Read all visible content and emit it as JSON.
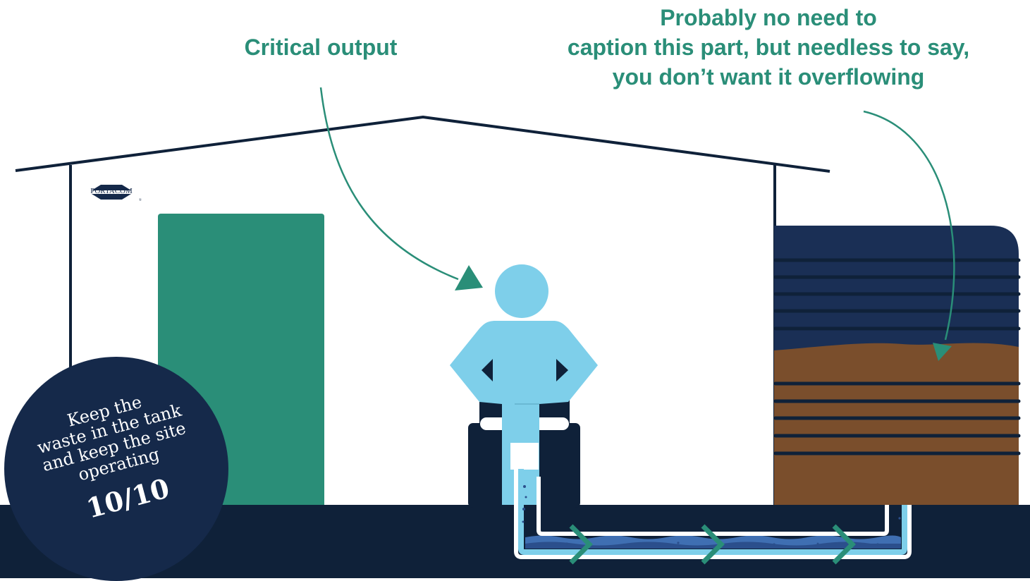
{
  "captions": {
    "critical": "Critical output",
    "tank_lines": [
      "Probably no need to",
      "caption this part, but needless to say,",
      "you don’t want it overflowing"
    ]
  },
  "logo": {
    "text": "PORTACOM",
    "mark": "®"
  },
  "badge": {
    "lines": [
      "Keep the",
      "waste in the tank",
      "and keep the site",
      "operating"
    ],
    "score": "10/10"
  },
  "colors": {
    "accent_green": "#2a8e78",
    "navy": "#0f2139",
    "tank_navy": "#1a2f55",
    "badge_navy": "#15294a",
    "person_blue": "#7ecfea",
    "waste_brown": "#7a4e2c"
  },
  "icons": [
    "arrow-icon",
    "chevron-right-icon",
    "person-icon",
    "toilet-icon",
    "tank-icon",
    "building-icon",
    "pipe-icon"
  ]
}
